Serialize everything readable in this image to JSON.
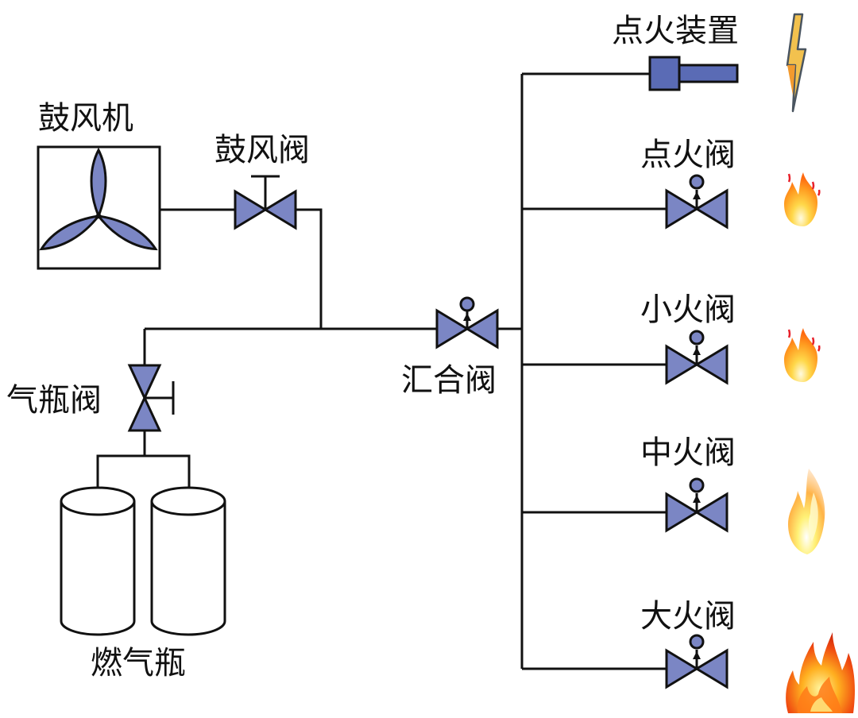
{
  "diagram": {
    "labels": {
      "blower": "鼓风机",
      "blower_valve": "鼓风阀",
      "cylinder_valve": "气瓶阀",
      "gas_cylinders": "燃气瓶",
      "merge_valve": "汇合阀",
      "igniter": "点火装置",
      "ignition_valve": "点火阀",
      "small_fire_valve": "小火阀",
      "medium_fire_valve": "中火阀",
      "large_fire_valve": "大火阀"
    },
    "icons": {
      "igniter_indicator": "lightning-bolt-icon",
      "ignition_flame": "small-flame-icon",
      "small_fire_flame": "small-flame-icon",
      "medium_fire_flame": "medium-flame-icon",
      "large_fire_flame": "large-flame-icon"
    },
    "colors": {
      "valve_fill": "#7b86c4",
      "igniter_fill": "#5a6bb5",
      "line": "#111111",
      "bolt": "#f2c14e"
    }
  }
}
